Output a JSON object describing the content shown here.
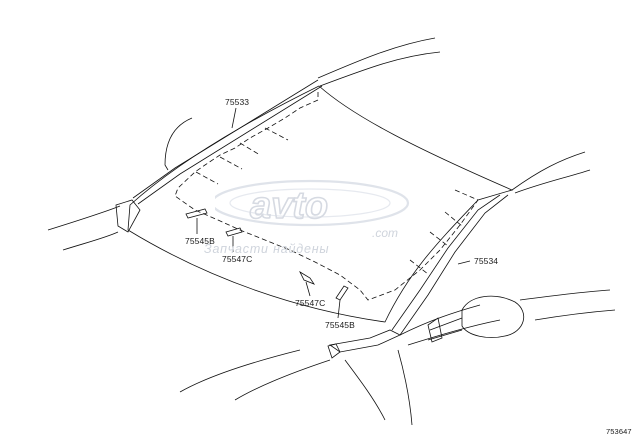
{
  "diagram": {
    "part_labels": {
      "moulding_top": "75533",
      "moulding_side": "75534",
      "clip_b_left": "75545B",
      "clip_c_left": "75547C",
      "clip_c_right": "75547C",
      "clip_b_right": "75545B"
    },
    "watermark": {
      "brand": "avto",
      "tld": ".com",
      "tagline": "Запчасти найдены"
    },
    "figure_id": "753647"
  }
}
